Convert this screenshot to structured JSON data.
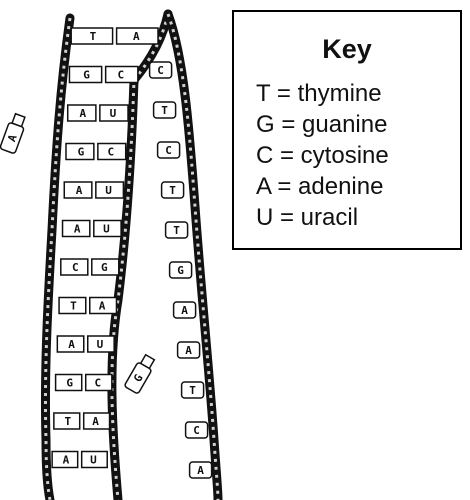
{
  "key": {
    "title": "Key",
    "entries": [
      "T = thymine",
      "G = guanine",
      "C = cytosine",
      "A = adenine",
      "U = uracil"
    ]
  },
  "diagram": {
    "left_strand_pairs": [
      {
        "a": "T",
        "b": "A"
      },
      {
        "a": "G",
        "b": "C"
      },
      {
        "a": "A",
        "b": "U"
      },
      {
        "a": "G",
        "b": "C"
      },
      {
        "a": "A",
        "b": "U"
      },
      {
        "a": "A",
        "b": "U"
      },
      {
        "a": "C",
        "b": "G"
      },
      {
        "a": "T",
        "b": "A"
      },
      {
        "a": "A",
        "b": "U"
      },
      {
        "a": "G",
        "b": "C"
      },
      {
        "a": "T",
        "b": "A"
      },
      {
        "a": "A",
        "b": "U"
      }
    ],
    "right_strand_bases": [
      "C",
      "T",
      "C",
      "T",
      "T",
      "G",
      "A",
      "A",
      "T",
      "C",
      "A"
    ],
    "free_bases": [
      "A",
      "G"
    ]
  }
}
